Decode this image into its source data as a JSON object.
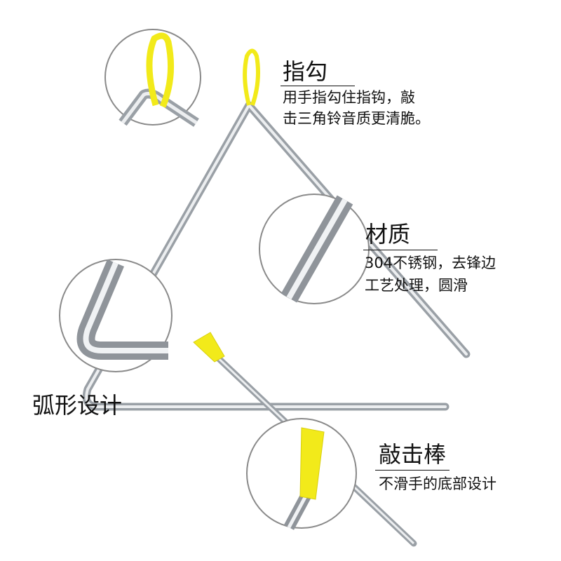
{
  "callouts": {
    "hook": {
      "title": "指勾",
      "lines": [
        "用手指勾住指钩，敲",
        "击三角铃音质更清脆。"
      ]
    },
    "material": {
      "title": "材质",
      "lines": [
        "304不锈钢，去锋边",
        "工艺处理，圆滑"
      ]
    },
    "curve": {
      "title": "弧形设计"
    },
    "beater": {
      "title": "敲击棒",
      "lines": [
        "不滑手的底部设计"
      ]
    }
  },
  "colors": {
    "rod": "#b8bcc2",
    "accent_yellow": "#f2ea1a",
    "circle_border": "#8a8a8a"
  }
}
